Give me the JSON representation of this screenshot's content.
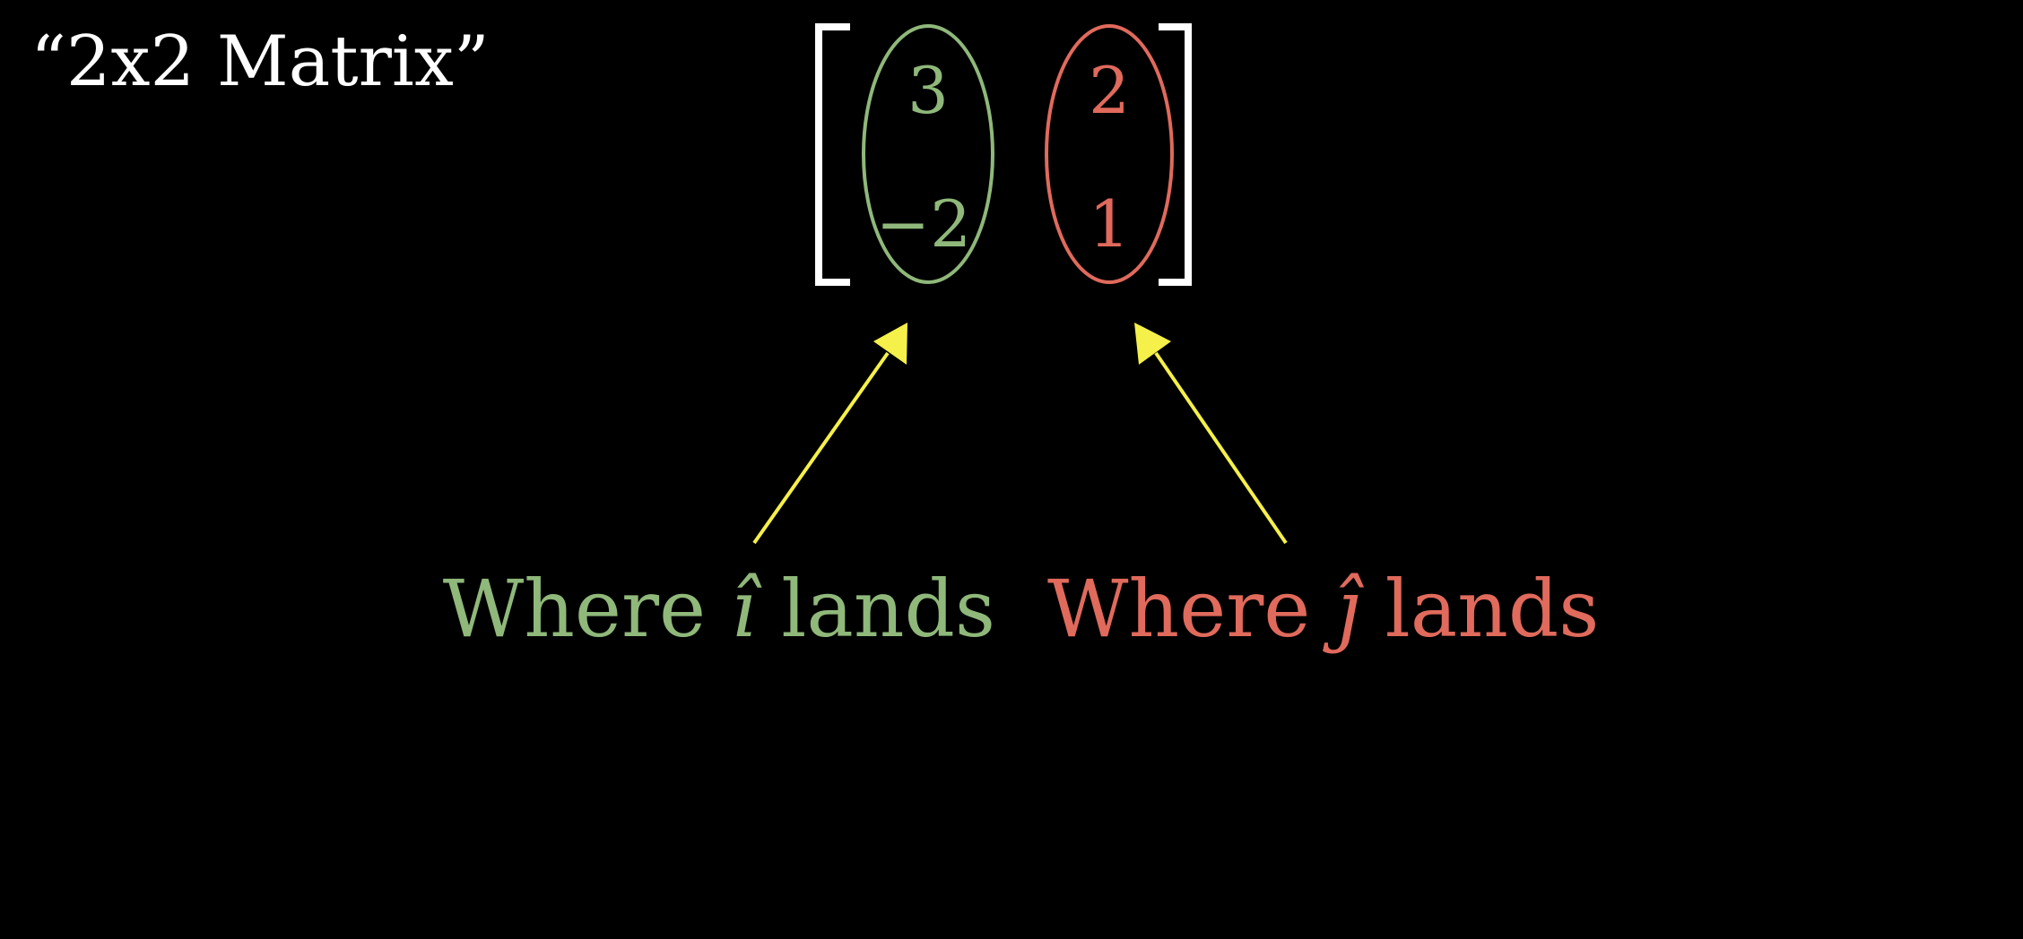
{
  "title": "“2x2 Matrix”",
  "matrix": {
    "col1": {
      "top": "3",
      "bottom": "−2"
    },
    "col2": {
      "top": "2",
      "bottom": "1"
    }
  },
  "labels": {
    "i_hat": {
      "prefix": "Where ",
      "symbol": "î",
      "suffix": " lands"
    },
    "j_hat": {
      "prefix": "Where ",
      "symbol": "ĵ",
      "suffix": " lands"
    }
  },
  "colors": {
    "background": "#000000",
    "text": "#ffffff",
    "i_hat": "#8fb87a",
    "j_hat": "#e06a5c",
    "arrow": "#f5f04a"
  }
}
